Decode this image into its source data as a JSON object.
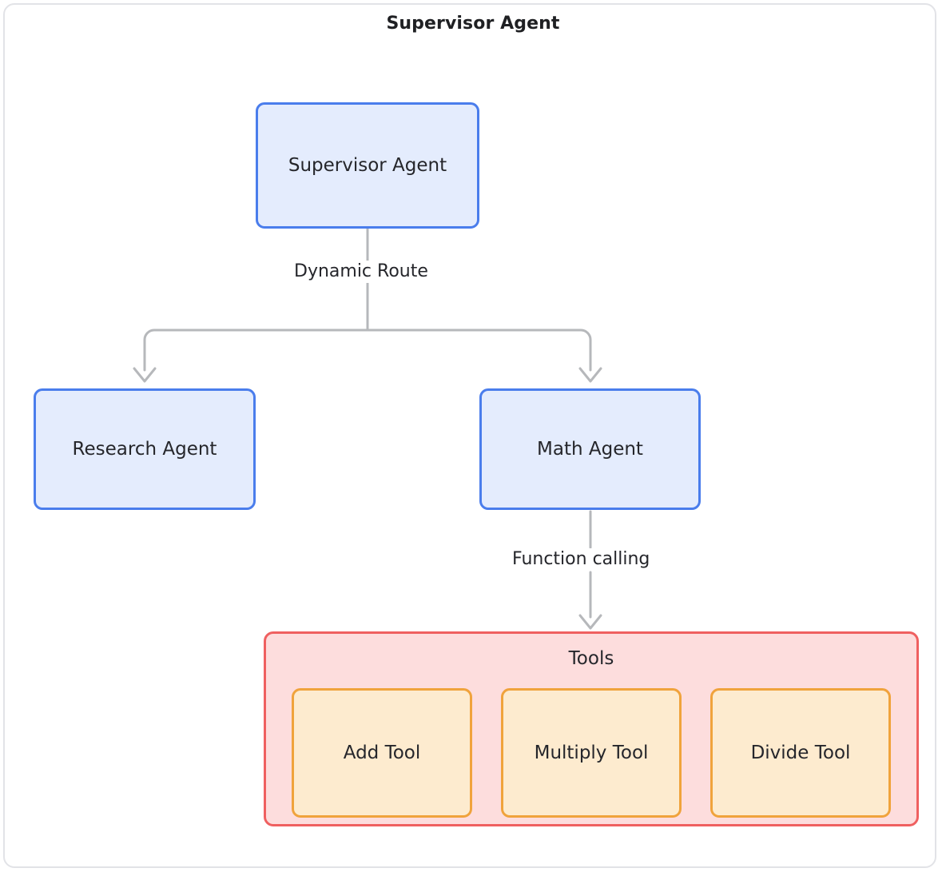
{
  "diagram": {
    "title": "Supervisor Agent",
    "type": "flowchart",
    "colors": {
      "frame_border": "#e2e3e7",
      "agent_fill": "#e4ecfd",
      "agent_border": "#4a7dec",
      "cluster_fill": "#fddddd",
      "cluster_border": "#ef6060",
      "tool_fill": "#fdebcf",
      "tool_border": "#f0a33c",
      "connector": "#b6b8bb",
      "text": "#25262b"
    }
  },
  "nodes": {
    "supervisor": {
      "label": "Supervisor Agent"
    },
    "research": {
      "label": "Research Agent"
    },
    "math": {
      "label": "Math Agent"
    }
  },
  "cluster": {
    "tools": {
      "label": "Tools",
      "items": [
        {
          "label": "Add Tool"
        },
        {
          "label": "Multiply Tool"
        },
        {
          "label": "Divide Tool"
        }
      ]
    }
  },
  "edges": [
    {
      "from": "supervisor",
      "to": "research",
      "label": "Dynamic Route"
    },
    {
      "from": "supervisor",
      "to": "math",
      "label": "Dynamic Route"
    },
    {
      "from": "math",
      "to": "tools",
      "label": "Function calling"
    }
  ],
  "edge_labels": {
    "dynamic_route": "Dynamic Route",
    "function_calling": "Function calling"
  }
}
